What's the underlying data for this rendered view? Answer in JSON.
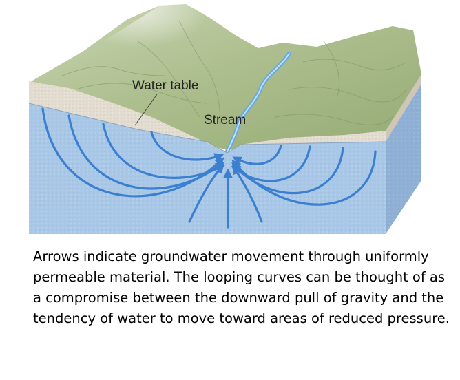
{
  "diagram": {
    "labels": {
      "water_table": "Water table",
      "stream": "Stream"
    },
    "colors": {
      "saturated_zone": "#a9c7e6",
      "arrows": "#3a7fd0",
      "unsaturated_zone": "#e3dcd0",
      "terrain": "#b7c99a",
      "stream": "#6aa8e0"
    }
  },
  "caption": "Arrows indicate groundwater movement through uniformly permeable material. The looping curves can be thought of as a compromise between the downward pull of gravity and the tendency of water to move toward areas of reduced pressure."
}
